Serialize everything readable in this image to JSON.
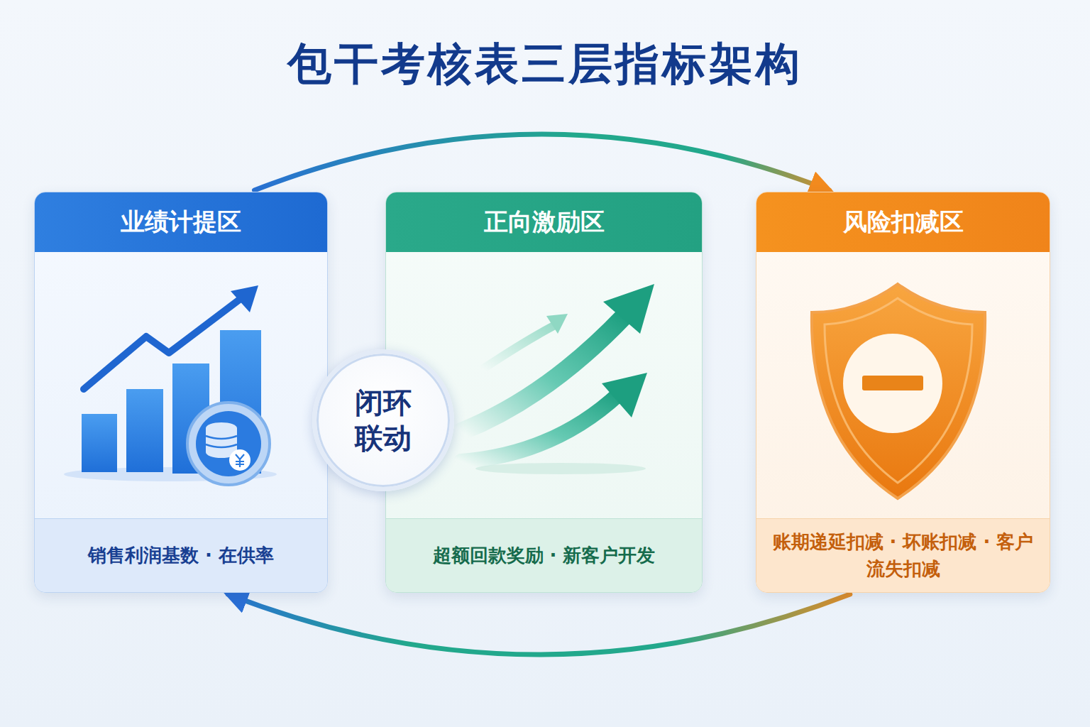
{
  "diagram": {
    "title": "包干考核表三层指标架构",
    "nodes": [
      {
        "text": [
          "业绩计提区",
          "销售利润基数 · 在供率"
        ]
      },
      {
        "text": [
          "闭环 联动"
        ]
      },
      {
        "text": [
          "正向激励区",
          "超额回款奖励 · 新客户开发"
        ]
      },
      {
        "text": [
          "风险扣减区",
          "账期递延扣减 · 坏账扣减 · 客户流失扣减"
        ]
      }
    ],
    "edges": [
      {
        "from": 0,
        "to": 3,
        "arrow": "to"
      },
      {
        "from": 3,
        "to": 0,
        "arrow": "to"
      }
    ]
  }
}
